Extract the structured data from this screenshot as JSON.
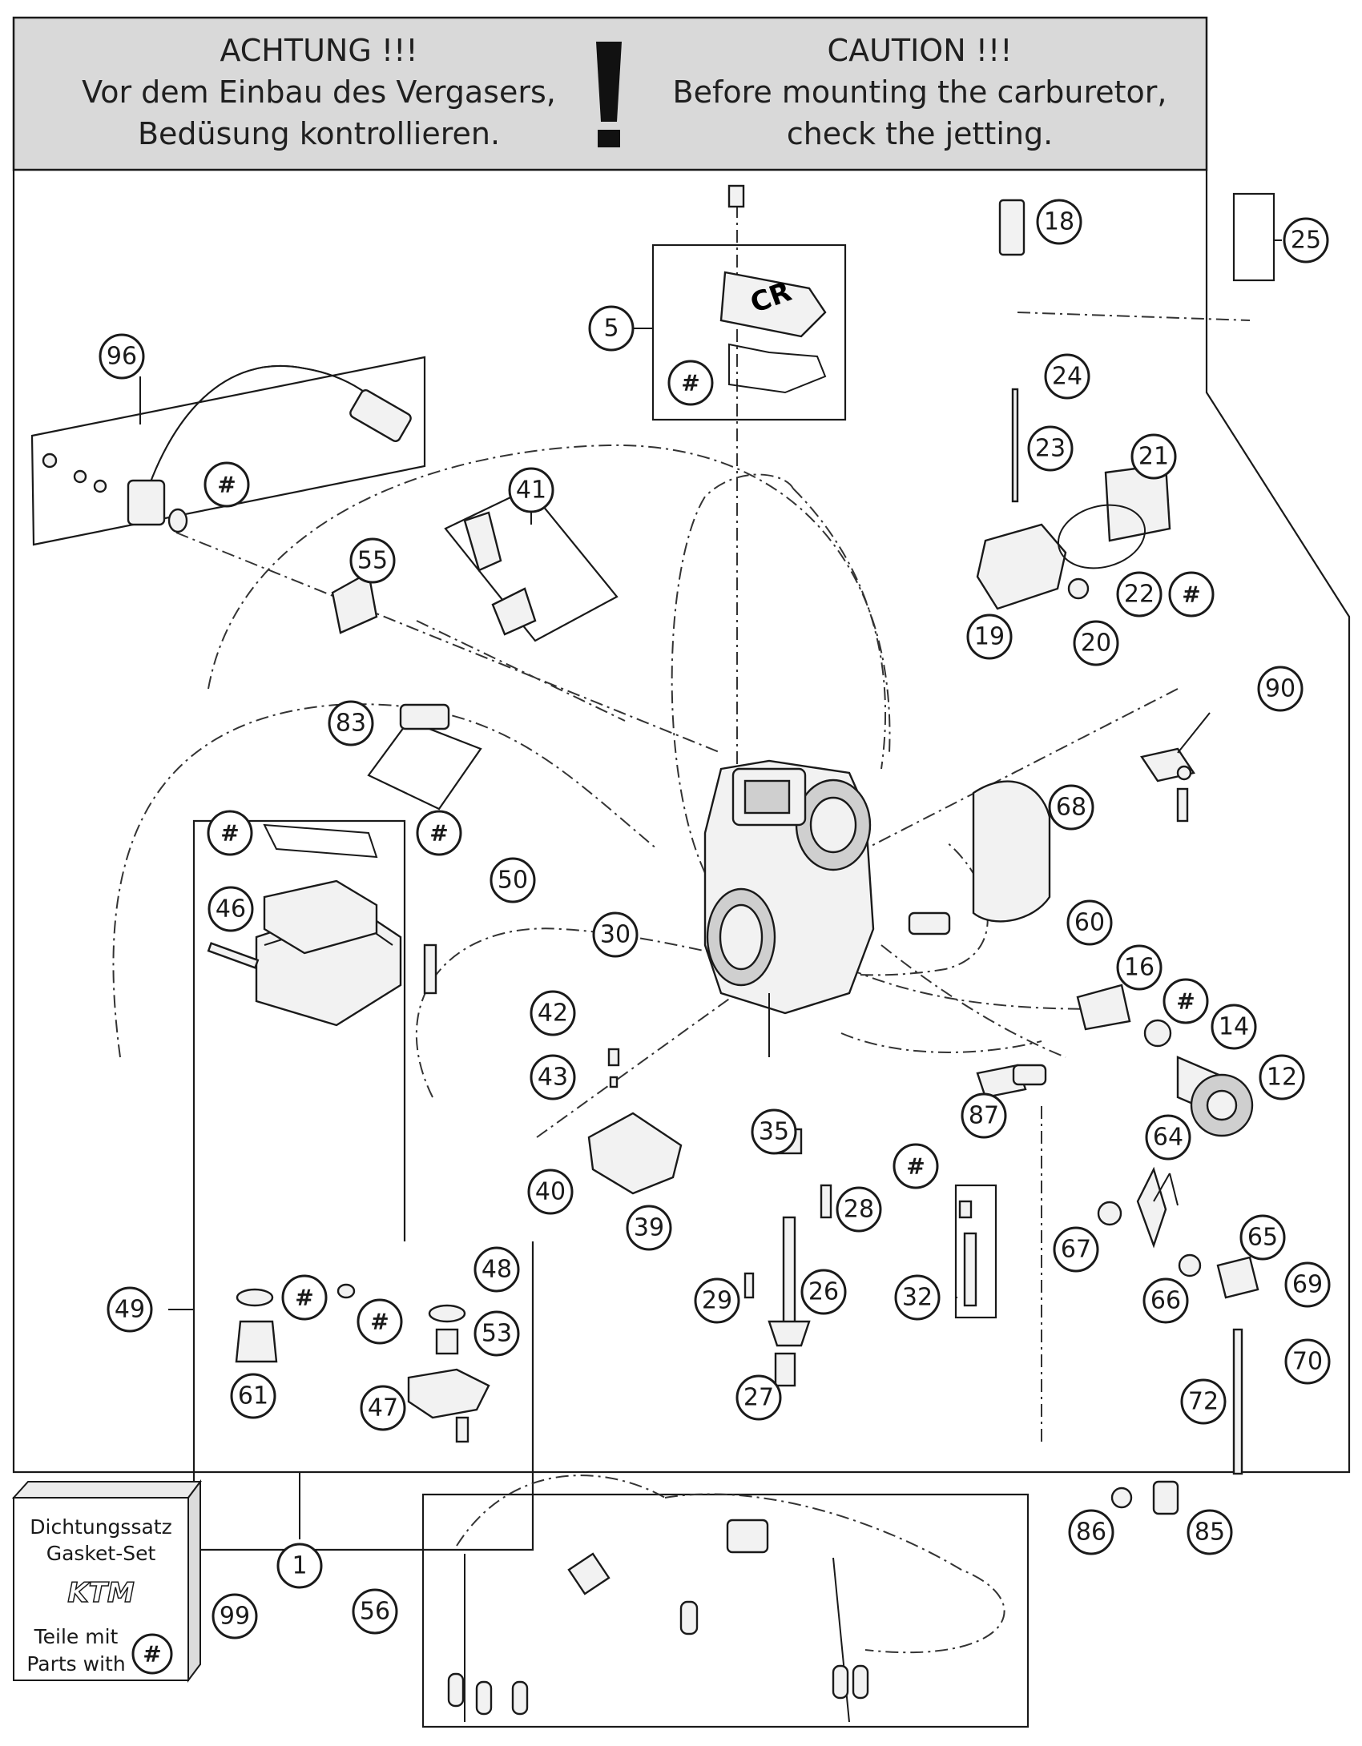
{
  "header": {
    "german": [
      "ACHTUNG !!!",
      "Vor dem Einbau des Vergasers,",
      "Bedüsung kontrollieren."
    ],
    "english": [
      "CAUTION !!!",
      "Before mounting the carburetor,",
      "check the jetting."
    ],
    "exclamation": "!"
  },
  "callouts": {
    "c1": "1",
    "c5": "5",
    "c12": "12",
    "c14": "14",
    "c16": "16",
    "c18": "18",
    "c19": "19",
    "c20": "20",
    "c21": "21",
    "c22": "22",
    "c23": "23",
    "c24": "24",
    "c25": "25",
    "c26": "26",
    "c27": "27",
    "c28": "28",
    "c29": "29",
    "c30": "30",
    "c32": "32",
    "c35": "35",
    "c39": "39",
    "c40": "40",
    "c41": "41",
    "c42": "42",
    "c43": "43",
    "c46": "46",
    "c47": "47",
    "c48": "48",
    "c49": "49",
    "c50": "50",
    "c53": "53",
    "c55": "55",
    "c56": "56",
    "c60": "60",
    "c61": "61",
    "c64": "64",
    "c65": "65",
    "c66": "66",
    "c67": "67",
    "c68": "68",
    "c69": "69",
    "c70": "70",
    "c72": "72",
    "c83": "83",
    "c85": "85",
    "c86": "86",
    "c87": "87",
    "c90": "90",
    "c96": "96",
    "c99": "99",
    "hash": "#"
  },
  "lid_marking": "CR",
  "kit": {
    "line1": "Dichtungssatz",
    "line2": "Gasket-Set",
    "logo": "KTM",
    "line3": "Teile mit",
    "line4": "Parts with",
    "hash": "#"
  }
}
